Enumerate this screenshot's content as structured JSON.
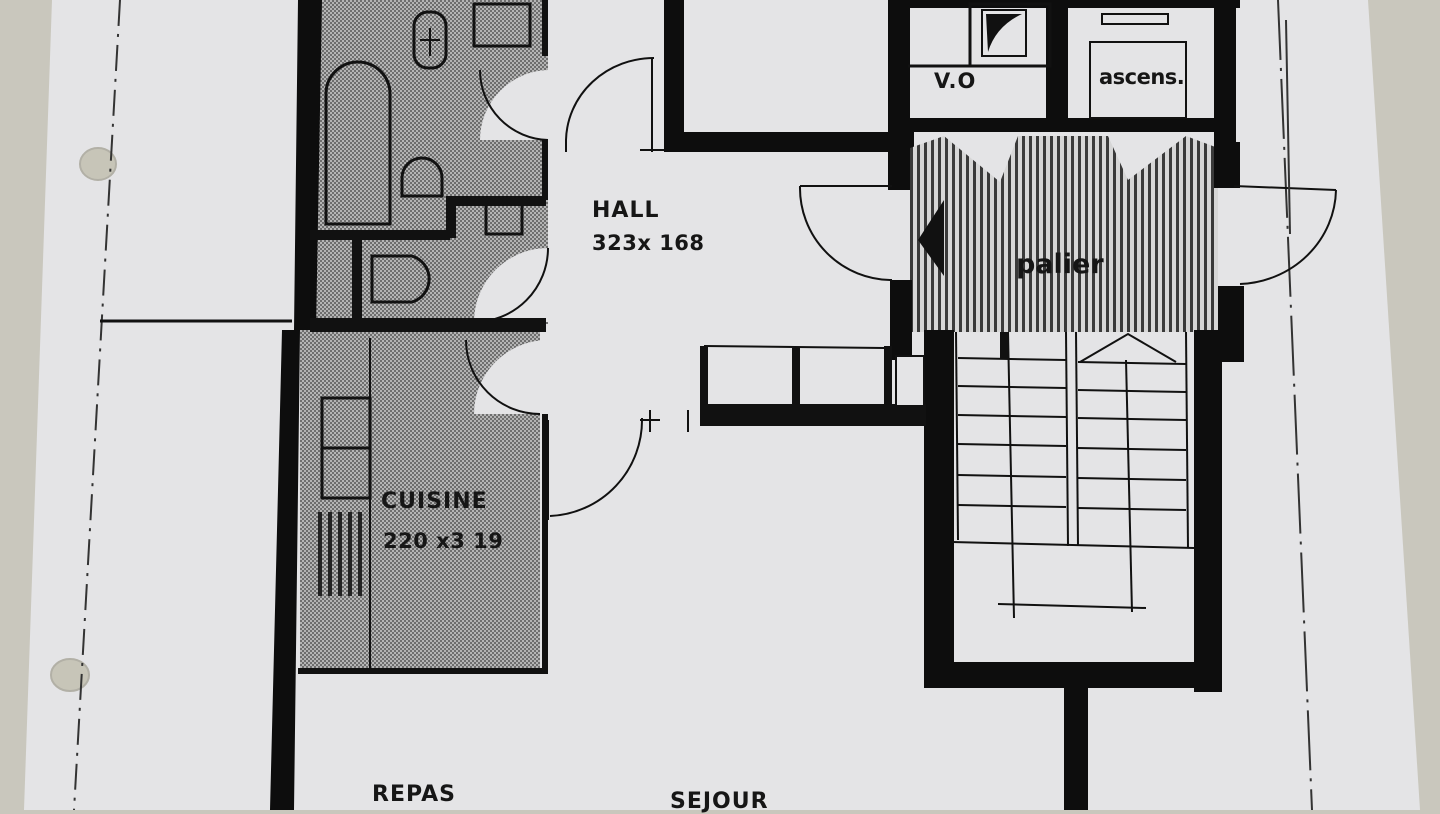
{
  "document": {
    "type": "architectural floor plan (photographed printed sheet)",
    "colors": {
      "background_surface": "#c9c7bd",
      "paper": "#e4e4e6",
      "ink": "#111111",
      "hatched_wet_area": "#9a9a9a",
      "punch_hole": "#c7c5b8"
    }
  },
  "rooms": {
    "hall": {
      "name": "HALL",
      "dimensions": "323x 168"
    },
    "cuisine": {
      "name": "CUISINE",
      "dimensions": "220 x3 19"
    },
    "vo": {
      "name": "V.O"
    },
    "ascenseur": {
      "name": "ascens."
    },
    "palier": {
      "name": "palier"
    },
    "repas": {
      "name": "REPAS"
    },
    "sejour": {
      "name": "SEJOUR"
    }
  },
  "fixtures": [
    {
      "type": "bathtub",
      "room": "salle-de-bain"
    },
    {
      "type": "washbasin",
      "room": "salle-de-bain"
    },
    {
      "type": "bidet",
      "room": "salle-de-bain"
    },
    {
      "type": "toilet",
      "room": "wc"
    },
    {
      "type": "sink",
      "room": "cuisine"
    },
    {
      "type": "stove",
      "room": "cuisine"
    },
    {
      "type": "staircase",
      "room": "cage-escalier"
    },
    {
      "type": "elevator",
      "room": "ascens."
    }
  ],
  "paper": {
    "punch_holes": 2
  }
}
